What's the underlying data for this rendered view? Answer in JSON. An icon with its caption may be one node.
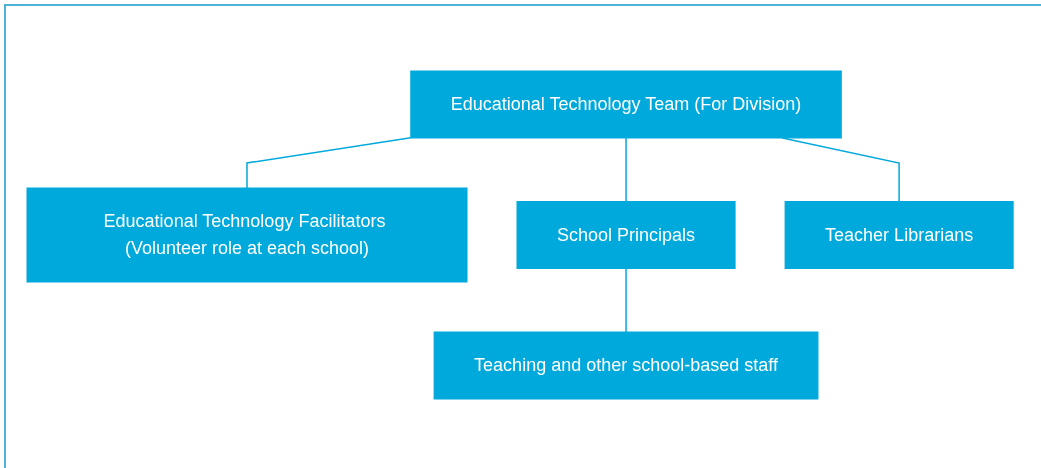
{
  "diagram": {
    "nodes": [
      {
        "text": [
          "Educational Technology Team (For Division)"
        ]
      },
      {
        "text": [
          "Educational Technology Facilitators (Volunteer role at each school)"
        ]
      },
      {
        "text": [
          "School Principals"
        ]
      },
      {
        "text": [
          "Teacher Librarians"
        ]
      },
      {
        "text": [
          "Teaching and other school-based staff"
        ]
      }
    ],
    "edges": [
      {
        "from": 0,
        "to": 1,
        "arrow": "none"
      },
      {
        "from": 0,
        "to": 2,
        "arrow": "none"
      },
      {
        "from": 0,
        "to": 3,
        "arrow": "none"
      },
      {
        "from": 2,
        "to": 4,
        "arrow": "none"
      }
    ]
  }
}
